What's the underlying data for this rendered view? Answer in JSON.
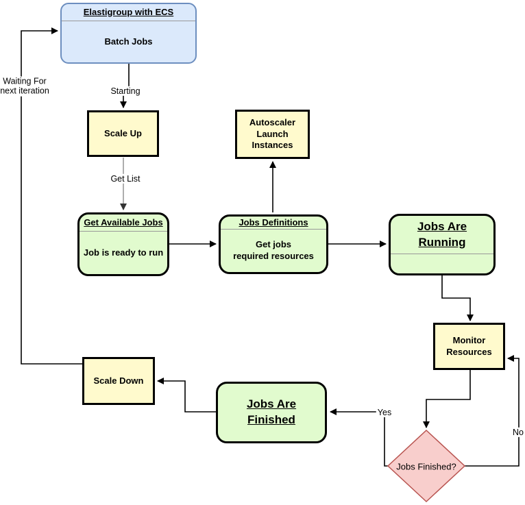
{
  "colors": {
    "process_fill": "#fffacd",
    "state_fill": "#e1fbce",
    "start_fill": "#dbe9fb",
    "start_border": "#6c8ebf",
    "decision_fill": "#f8cecc",
    "decision_border": "#b85450",
    "connector": "#000000",
    "connector_gray": "#999999"
  },
  "nodes": {
    "elastigroup": {
      "title": "Elastigroup with ECS",
      "body": "Batch Jobs"
    },
    "scale_up": {
      "label": "Scale Up"
    },
    "autoscaler": {
      "label": "Autoscaler\nLaunch\nInstances"
    },
    "get_available_jobs": {
      "title": "Get Available Jobs",
      "body": "Job is ready to run"
    },
    "jobs_definitions": {
      "title": "Jobs Definitions",
      "body": "Get jobs\nrequired resources"
    },
    "jobs_running": {
      "title": "Jobs Are\nRunning"
    },
    "monitor_resources": {
      "label": "Monitor\nResources"
    },
    "decision": {
      "label": "Jobs Finished?"
    },
    "jobs_finished": {
      "title": "Jobs Are\nFinished"
    },
    "scale_down": {
      "label": "Scale Down"
    }
  },
  "edge_labels": {
    "starting": "Starting",
    "get_list": "Get List",
    "yes": "Yes",
    "no": "No",
    "waiting": "Waiting For\nnext iteration"
  }
}
